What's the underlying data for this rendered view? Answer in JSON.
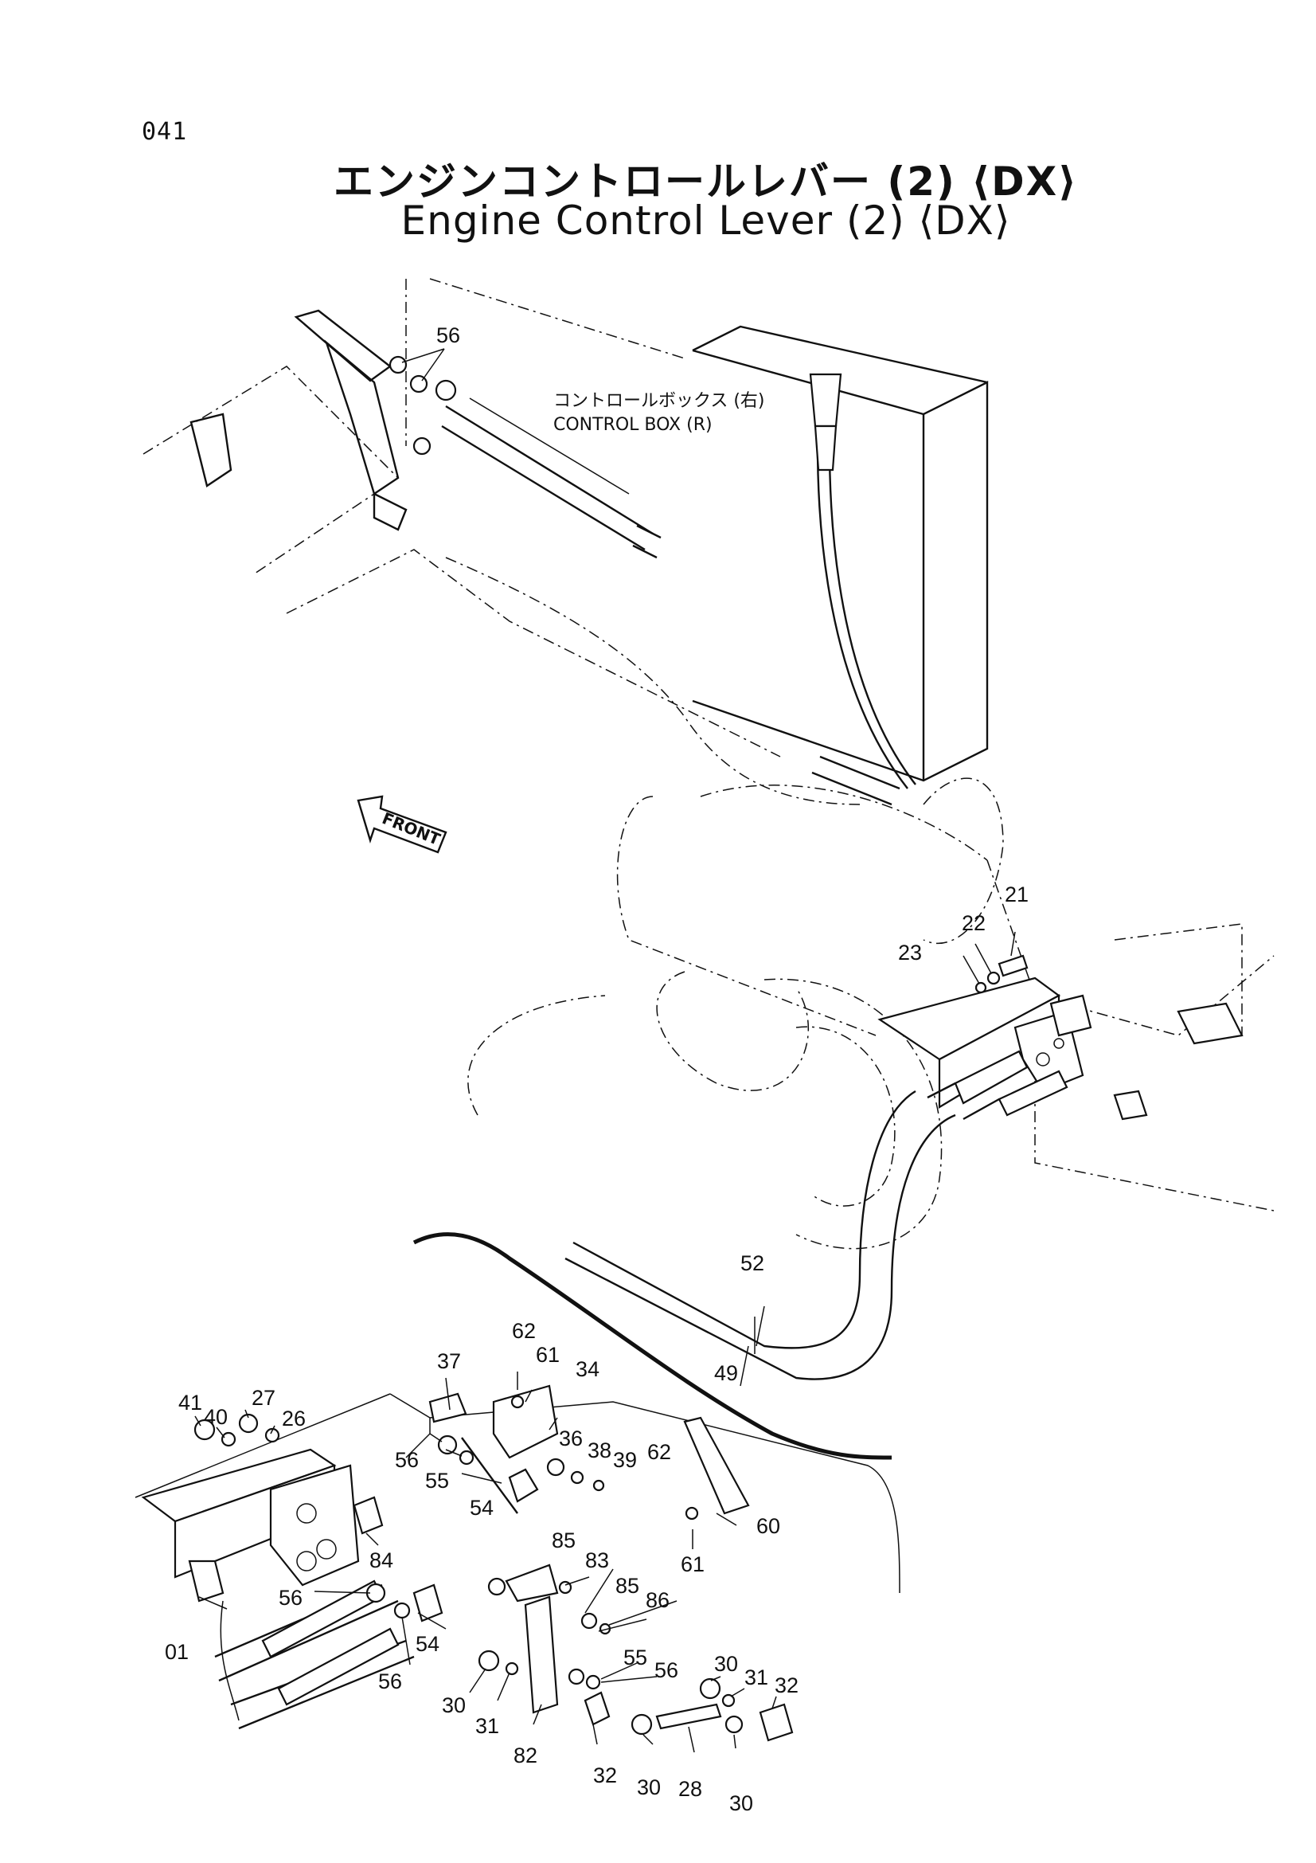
{
  "page": {
    "number": "041",
    "title_jp": "エンジンコントロールレバー (2) ⟨DX⟩",
    "title_en": "Engine Control Lever (2) ⟨DX⟩"
  },
  "annotations": {
    "control_box_jp": "コントロールボックス (右)",
    "control_box_en": "CONTROL BOX (R)",
    "front_marker": "FRONT"
  },
  "part_callouts": [
    "56",
    "21",
    "22",
    "23",
    "52",
    "49",
    "62",
    "61",
    "37",
    "34",
    "41",
    "27",
    "40",
    "26",
    "56",
    "36",
    "38",
    "39",
    "62",
    "55",
    "54",
    "60",
    "84",
    "61",
    "85",
    "83",
    "85",
    "86",
    "56",
    "54",
    "01",
    "55",
    "56",
    "56",
    "30",
    "31",
    "32",
    "30",
    "31",
    "82",
    "32",
    "30",
    "28",
    "30"
  ]
}
